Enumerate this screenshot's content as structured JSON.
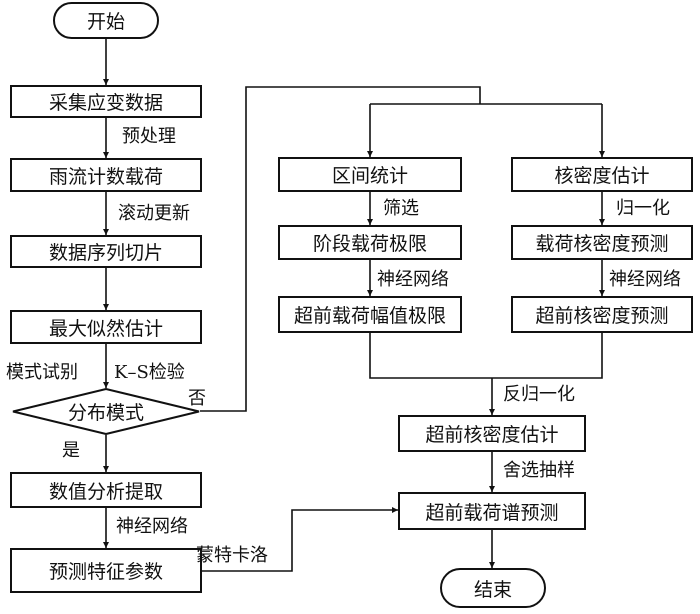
{
  "colors": {
    "stroke": "#111111",
    "fill": "#ffffff",
    "text": "#111111"
  },
  "nodes": {
    "start": "开始",
    "collect": "采集应变数据",
    "rainflow": "雨流计数载荷",
    "slice": "数据序列切片",
    "mle": "最大似然估计",
    "dist": "分布模式",
    "numeric": "数值分析提取",
    "predict": "预测特征参数",
    "interval": "区间统计",
    "stage_limit": "阶段载荷极限",
    "adv_amp": "超前载荷幅值极限",
    "kde": "核密度估计",
    "load_kde": "载荷核密度预测",
    "adv_kde_pred": "超前核密度预测",
    "adv_kde_est": "超前核密度估计",
    "spectrum": "超前载荷谱预测",
    "end": "结束"
  },
  "edges": {
    "preprocess": "预处理",
    "rolling": "滚动更新",
    "pattern": "模式试别",
    "ks": "K–S检验",
    "no": "否",
    "yes": "是",
    "nn1": "神经网络",
    "montecarlo": "蒙特卡洛",
    "filter": "筛选",
    "nn2": "神经网络",
    "normalize": "归一化",
    "nn3": "神经网络",
    "denormalize": "反归一化",
    "sampling": "舍选抽样"
  }
}
